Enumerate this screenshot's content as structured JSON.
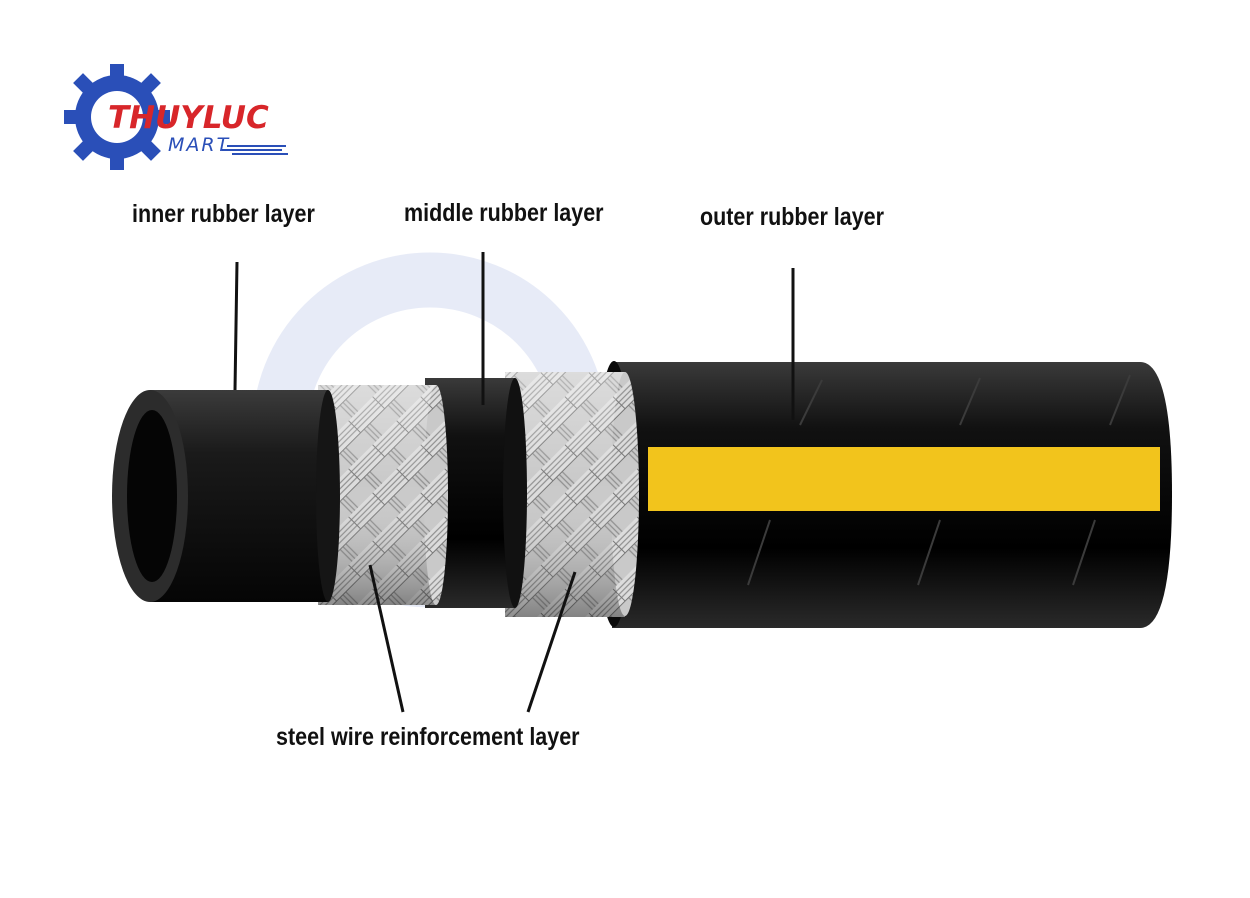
{
  "logo": {
    "brand": "THUYLUC",
    "sub": "MART",
    "colors": {
      "red": "#d8262a",
      "blue": "#2a4fb8"
    }
  },
  "labels": {
    "inner": "inner rubber layer",
    "middle": "middle rubber layer",
    "outer": "outer rubber layer",
    "steel": "steel wire reinforcement layer"
  },
  "colors": {
    "rubber": "#161616",
    "stripe": "#f2c41c",
    "braid": "#b9b9b9"
  }
}
